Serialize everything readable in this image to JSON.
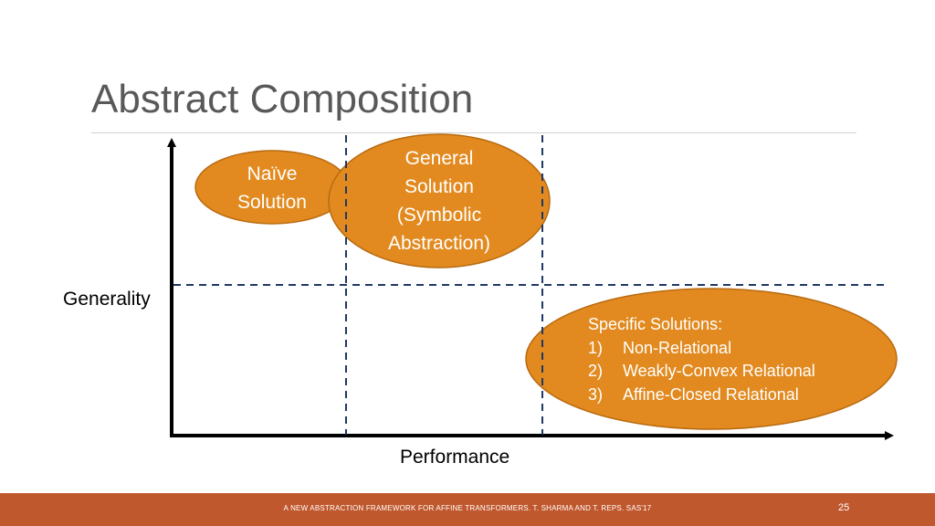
{
  "slide": {
    "title": "Abstract Composition"
  },
  "diagram": {
    "y_axis_label": "Generality",
    "x_axis_label": "Performance",
    "naive_solution": {
      "lines": [
        "Naïve",
        "Solution"
      ]
    },
    "general_solution": {
      "lines": [
        "General",
        "Solution",
        "(Symbolic",
        "Abstraction)"
      ]
    },
    "specific_solutions": {
      "heading": "Specific Solutions:",
      "items": [
        {
          "number": "1)",
          "text": "Non-Relational"
        },
        {
          "number": "2)",
          "text": "Weakly-Convex Relational"
        },
        {
          "number": "3)",
          "text": "Affine-Closed Relational"
        }
      ]
    },
    "colors": {
      "ellipse_fill": "#e28a1f",
      "ellipse_stroke": "#b86a10",
      "dashed_line": "#1f3864",
      "axis": "#000000"
    }
  },
  "footer": {
    "text": "A NEW ABSTRACTION FRAMEWORK FOR AFFINE TRANSFORMERS. T. SHARMA AND T. REPS. SAS'17",
    "page_number": "25",
    "bar_color": "#c0582e"
  }
}
